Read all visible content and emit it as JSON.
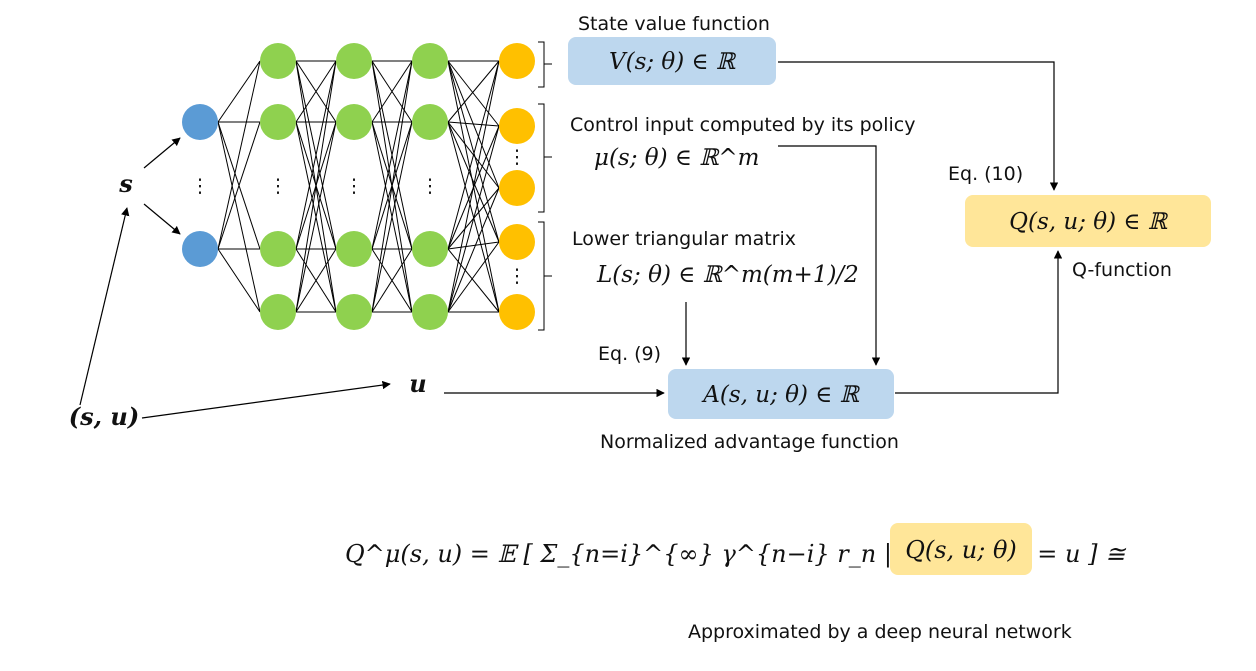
{
  "inputs": {
    "state_symbol": "s",
    "pair": "(s, u)",
    "action_symbol": "u"
  },
  "ellipsis": "⋮",
  "outputs": {
    "value": {
      "title": "State value function",
      "formula": "V(s; θ) ∈ ℝ"
    },
    "policy": {
      "title": "Control input computed by its policy",
      "formula": "μ(s; θ) ∈ ℝ^m"
    },
    "matrix": {
      "title": "Lower triangular matrix",
      "formula": "L(s; θ) ∈ ℝ^m(m+1)/2"
    }
  },
  "advantage": {
    "formula": "A(s, u; θ) ∈ ℝ",
    "caption": "Normalized advantage function",
    "eq_label": "Eq. (9)"
  },
  "qfunction": {
    "formula": "Q(s, u; θ) ∈ ℝ",
    "caption": "Q-function",
    "eq_label": "Eq. (10)"
  },
  "equation": {
    "lhs": "Q^μ(s, u) = 𝔼 [ Σ_{n=i}^{∞} γ^{n−i} r_n | s_i = s, u_i = u ] ≅",
    "rhs": "Q(s, u; θ)",
    "caption": "Approximated by a deep neural network"
  },
  "colors": {
    "input_node": "#5b9bd5",
    "hidden_node": "#8fd14f",
    "output_node": "#ffc000",
    "blue_box": "#bdd7ee",
    "yellow_box": "#ffe699"
  }
}
